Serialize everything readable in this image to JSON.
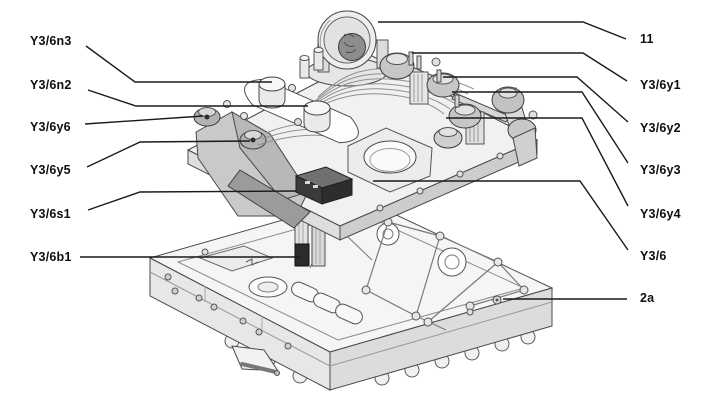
{
  "figure": {
    "background_color": "#ffffff",
    "leader_line_color": "#1a1a1a",
    "label_color": "#0f0f0f",
    "drawing_stroke_color": "#4a4a4a"
  },
  "callouts": {
    "left": [
      {
        "id": "y3-6n3",
        "text": "Y3/6n3"
      },
      {
        "id": "y3-6n2",
        "text": "Y3/6n2"
      },
      {
        "id": "y3-6y6",
        "text": "Y3/6y6"
      },
      {
        "id": "y3-6y5",
        "text": "Y3/6y5"
      },
      {
        "id": "y3-6s1",
        "text": "Y3/6s1"
      },
      {
        "id": "y3-6b1",
        "text": "Y3/6b1"
      }
    ],
    "right": [
      {
        "id": "11",
        "text": "11"
      },
      {
        "id": "y3-6y1",
        "text": "Y3/6y1"
      },
      {
        "id": "y3-6y2",
        "text": "Y3/6y2"
      },
      {
        "id": "y3-6y3",
        "text": "Y3/6y3"
      },
      {
        "id": "y3-6y4",
        "text": "Y3/6y4"
      },
      {
        "id": "y3-6",
        "text": "Y3/6"
      },
      {
        "id": "2a",
        "text": "2a"
      }
    ]
  }
}
